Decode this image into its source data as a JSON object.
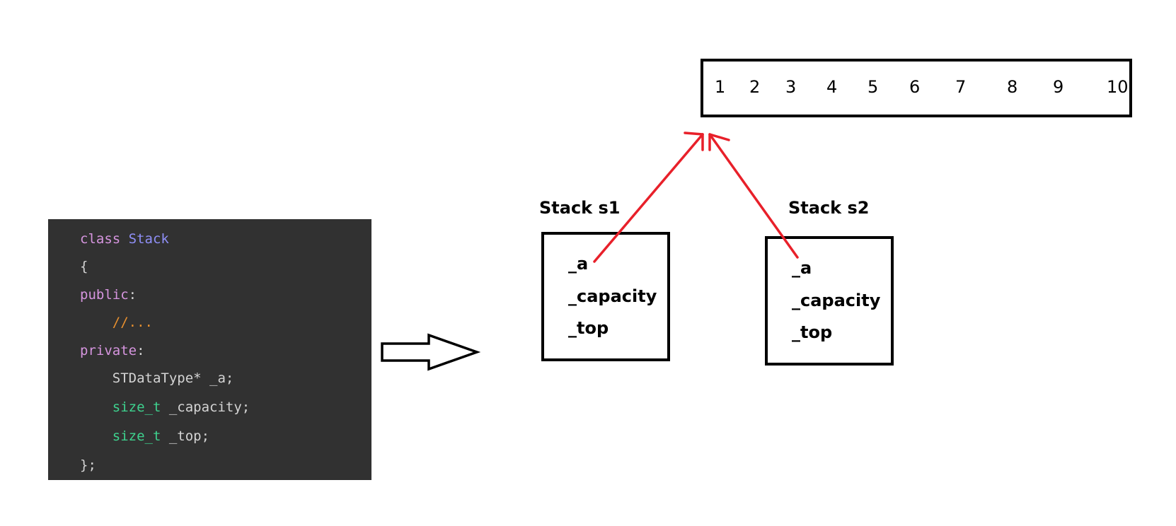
{
  "code": {
    "lines": [
      [
        {
          "t": "class ",
          "c": "kw"
        },
        {
          "t": "Stack",
          "c": "class"
        }
      ],
      [
        {
          "t": "{",
          "c": "plain"
        }
      ],
      [
        {
          "t": "public",
          "c": "kw"
        },
        {
          "t": ":",
          "c": "plain"
        }
      ],
      [
        {
          "t": "    //...",
          "c": "comment"
        }
      ],
      [
        {
          "t": "private",
          "c": "kw"
        },
        {
          "t": ":",
          "c": "plain"
        }
      ],
      [
        {
          "t": "    STDataType* _a;",
          "c": "plain"
        }
      ],
      [
        {
          "t": "    ",
          "c": "plain"
        },
        {
          "t": "size_t",
          "c": "type"
        },
        {
          "t": " _capacity;",
          "c": "plain"
        }
      ],
      [
        {
          "t": "    ",
          "c": "plain"
        },
        {
          "t": "size_t",
          "c": "type"
        },
        {
          "t": " _top;",
          "c": "plain"
        }
      ],
      [
        {
          "t": "};",
          "c": "plain"
        }
      ]
    ]
  },
  "array": {
    "values": [
      "1",
      "2",
      "3",
      "4",
      "5",
      "6",
      "7",
      "8",
      "9",
      "10"
    ]
  },
  "stacks": [
    {
      "title": "Stack s1",
      "members": [
        "_a",
        "_capacity",
        "_top"
      ]
    },
    {
      "title": "Stack s2",
      "members": [
        "_a",
        "_capacity",
        "_top"
      ]
    }
  ],
  "colors": {
    "pointer_arrow": "#e8202a",
    "code_background": "#313131",
    "keyword": "#d695df",
    "class_name": "#8f8ff7",
    "type_name": "#3ed38f",
    "comment": "#e8902f"
  }
}
